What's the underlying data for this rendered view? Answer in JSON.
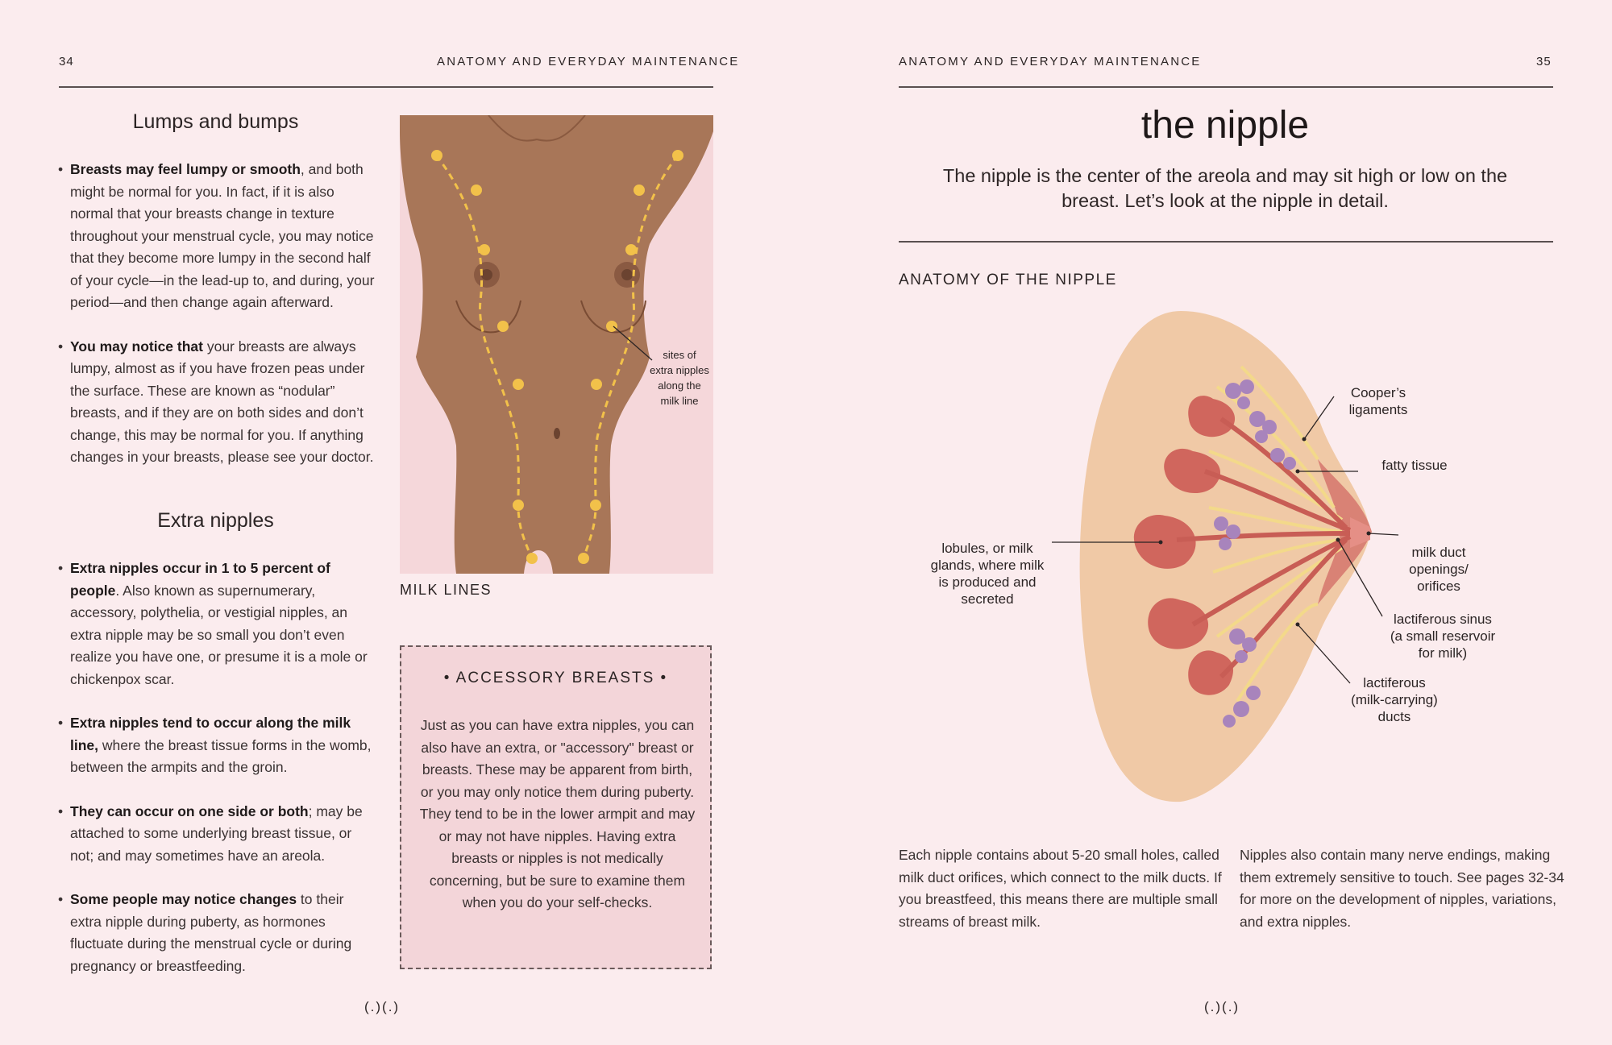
{
  "left_page": {
    "page_number": "34",
    "running_header": "ANATOMY AND EVERYDAY MAINTENANCE",
    "lumps": {
      "heading": "Lumps and bumps",
      "bullets": [
        {
          "bold": "Breasts may feel lumpy or smooth",
          "text": ", and both might be normal for you. In fact, if it is also normal that your breasts change in texture throughout your menstrual cycle, you may notice that they become more lumpy in the second half of your cycle—in the lead-up to, and during, your period—and then change again afterward."
        },
        {
          "bold": "You may notice that",
          "text": " your breasts are always lumpy, almost as if you have frozen peas under the surface. These are known as “nodular” breasts, and if they are on both sides and don’t change, this may be normal for you. If anything changes in your breasts, please see your doctor."
        }
      ]
    },
    "extra": {
      "heading": "Extra nipples",
      "bullets": [
        {
          "bold": "Extra nipples occur in 1 to 5 percent of people",
          "text": ". Also known as supernumerary, accessory, polythelia, or vestigial nipples, an extra nipple may be so small you don’t even realize you have one, or presume it is a mole or chickenpox scar."
        },
        {
          "bold": "Extra nipples tend to occur along the milk line,",
          "text": " where the breast tissue forms in the womb, between the armpits and the groin."
        },
        {
          "bold": "They can occur on one side or both",
          "text": "; may be attached to some underlying breast tissue, or not; and may sometimes have an areola."
        },
        {
          "bold": "Some people may notice changes",
          "text": " to their extra nipple during puberty, as hormones fluctuate during the menstrual cycle or during pregnancy or breastfeeding."
        }
      ]
    },
    "figure": {
      "callout": [
        "sites of",
        "extra nipples",
        "along the",
        "milk line"
      ],
      "caption": "MILK LINES"
    },
    "box": {
      "title": "• ACCESSORY BREASTS •",
      "text": "Just as you can have extra nipples, you can also have an extra, or \"accessory\" breast or breasts. These may be apparent from birth, or you may only notice them during puberty. They tend to be in the lower armpit and may or may not have nipples. Having extra breasts or nipples is not medically concerning, but be sure to examine them when you do your self-checks."
    },
    "footer_glyph": "(.)(.)"
  },
  "right_page": {
    "page_number": "35",
    "running_header": "ANATOMY AND EVERYDAY MAINTENANCE",
    "title": "the nipple",
    "intro": "The nipple is the center of the areola and may sit high or low on the breast. Let’s look at the nipple in detail.",
    "section_heading": "ANATOMY OF THE NIPPLE",
    "diagram_labels": {
      "coopers": [
        "Cooper’s",
        "ligaments"
      ],
      "fatty": [
        "fatty tissue"
      ],
      "lobules": [
        "lobules, or milk",
        "glands, where milk",
        "is produced and",
        "secreted"
      ],
      "orifices": [
        "milk duct",
        "openings/",
        "orifices"
      ],
      "sinus": [
        "lactiferous sinus",
        "(a small reservoir",
        "for milk)"
      ],
      "ducts": [
        "lactiferous",
        "(milk-carrying)",
        "ducts"
      ]
    },
    "paragraphs": [
      "Each nipple contains about 5-20 small holes, called milk duct orifices, which connect to the milk ducts. If you breastfeed, this means there are multiple small streams of breast milk.",
      "Nipples also contain many nerve endings, making them extremely sensitive to touch. See pages 32-34 for more on the development of nipples, variations, and extra nipples."
    ],
    "footer_glyph": "(.)(.)"
  }
}
